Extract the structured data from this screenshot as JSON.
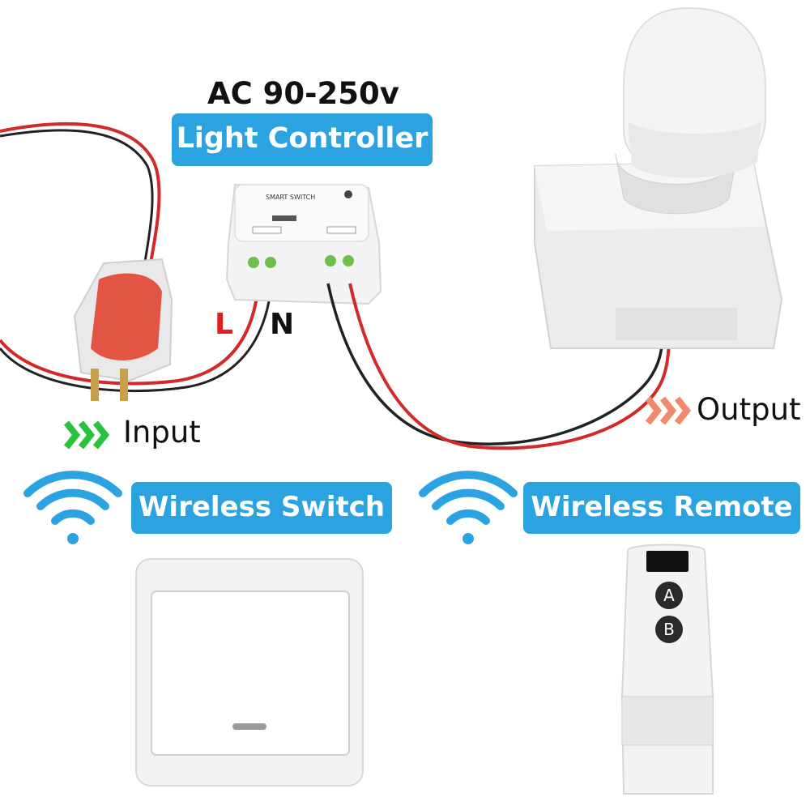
{
  "heading": "AC 90-250v",
  "controller_label": "Light Controller",
  "terminal_l": "L",
  "terminal_n": "N",
  "input_label": "Input",
  "output_label": "Output",
  "wireless_switch_label": "Wireless Switch",
  "wireless_remote_label": "Wireless Remote",
  "remote_button_a": "A",
  "remote_button_b": "B",
  "module_brand": "SMART SWITCH",
  "colors": {
    "accent": "#2ba3e0",
    "input_arrow": "#27c33a",
    "output_arrow": "#f08a6a",
    "live_label": "#e02020",
    "wire_red": "#d22a2a",
    "wire_black": "#222222"
  }
}
